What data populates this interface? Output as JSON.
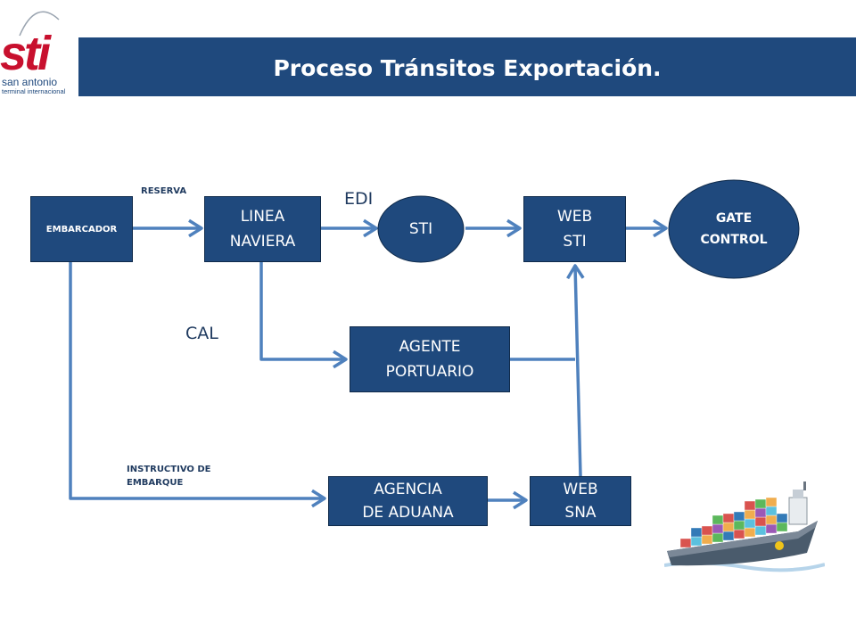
{
  "header": {
    "title": "Proceso Tránsitos Exportación.",
    "bar_color": "#1f497d"
  },
  "logo": {
    "mark": "sti",
    "line1": "san antonio",
    "line2": "terminal internacional",
    "mark_color": "#c8102e",
    "text_color": "#1f497d"
  },
  "nodes": {
    "embarcador": "EMBARCADOR",
    "linea_naviera": "LINEA\nNAVIERA",
    "sti": "STI",
    "web_sti": "WEB\nSTI",
    "gate_control": "GATE\nCONTROL",
    "agente_portuario": "AGENTE\nPORTUARIO",
    "agencia_aduana": "AGENCIA\nDE ADUANA",
    "web_sna": "WEB\nSNA"
  },
  "edge_labels": {
    "reserva": "RESERVA",
    "edi": "EDI",
    "cal": "CAL",
    "instructivo": "INSTRUCTIVO DE\nEMBARQUE"
  },
  "colors": {
    "node_fill": "#1f497d",
    "connector": "#4f81bd"
  },
  "illustration": "cargo-ship-icon"
}
